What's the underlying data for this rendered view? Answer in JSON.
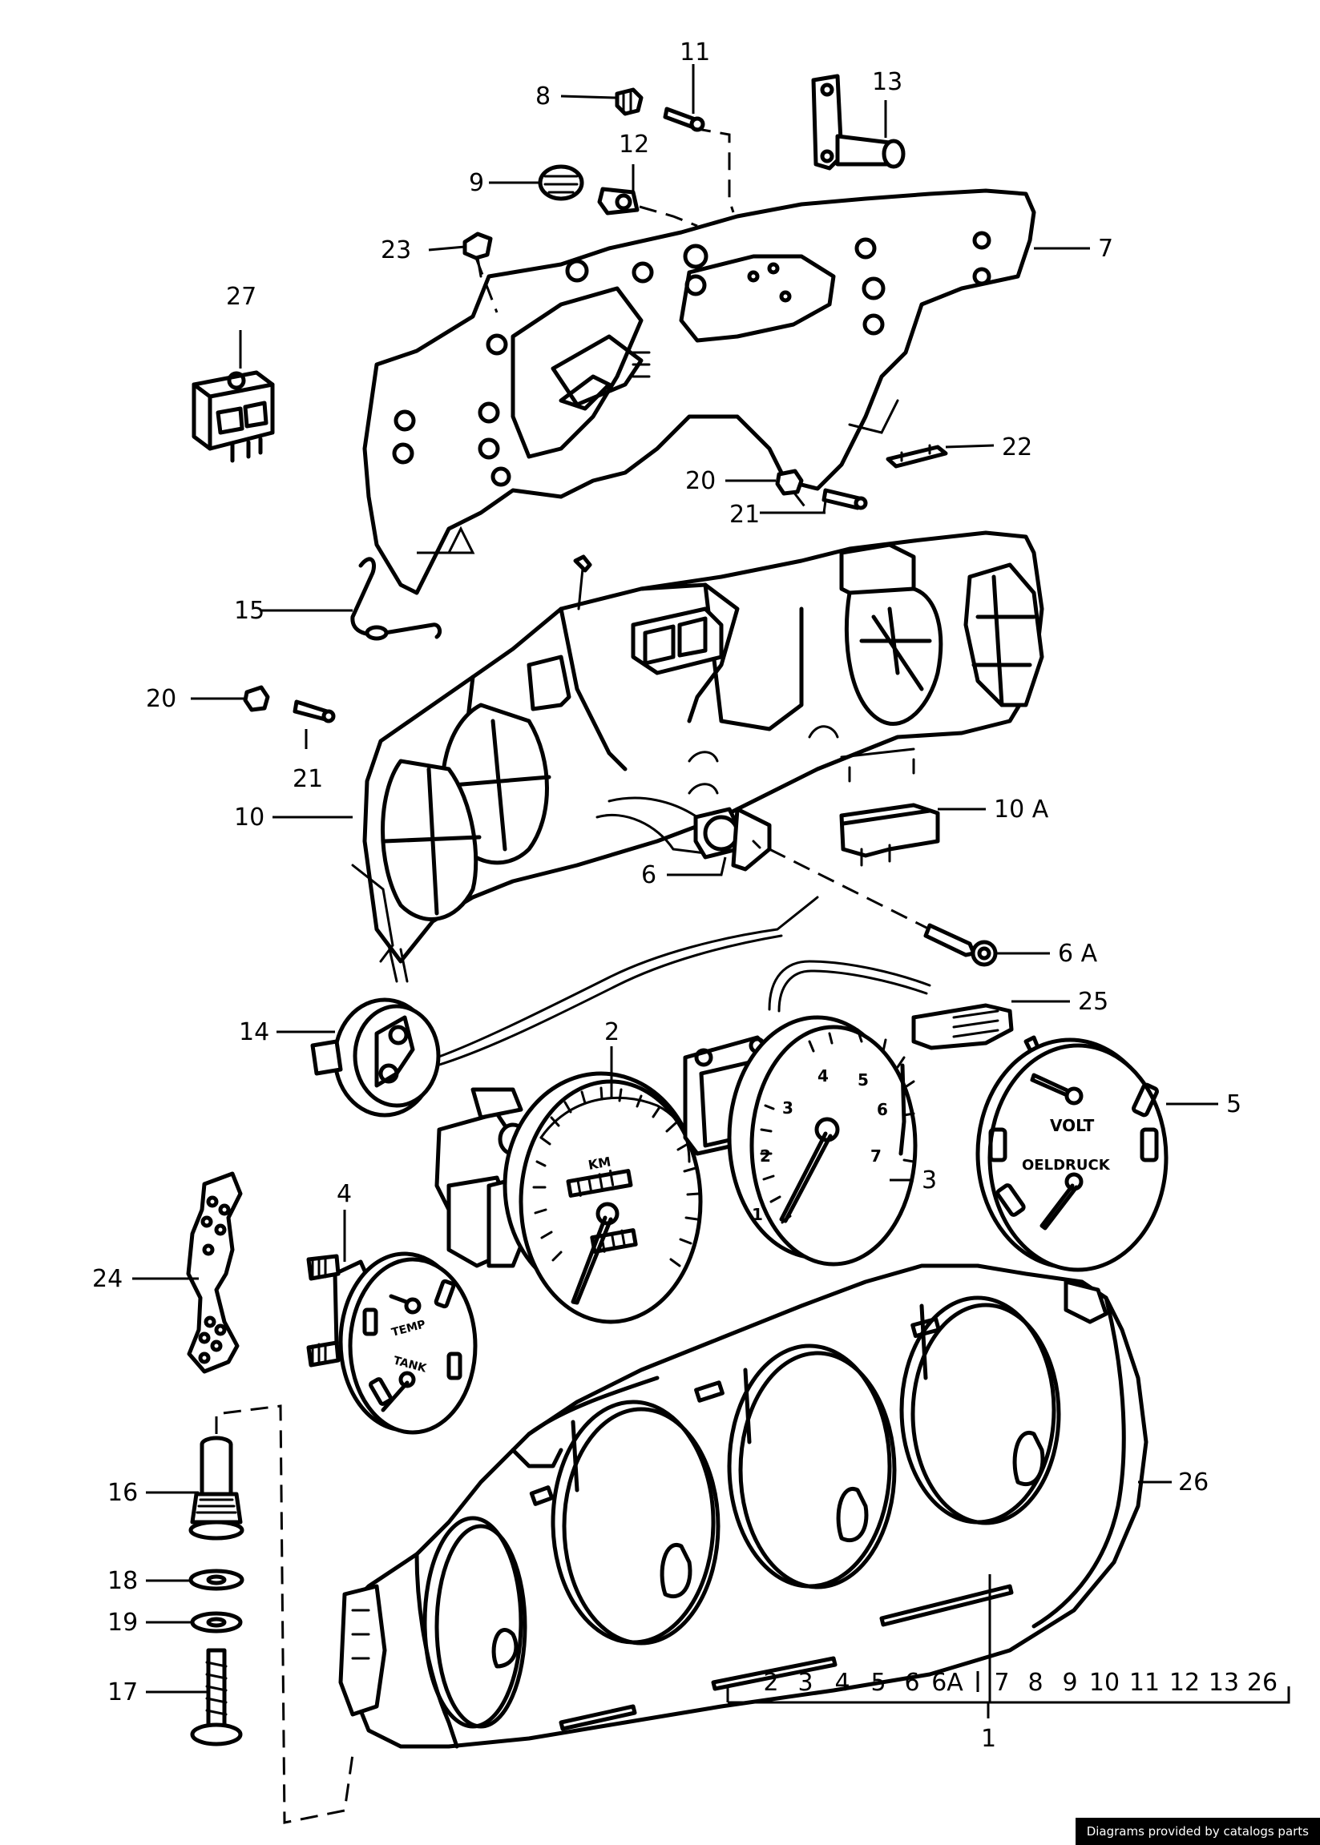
{
  "callouts": {
    "c1": "1",
    "c2": "2",
    "c3": "3",
    "c4": "4",
    "c5": "5",
    "c6": "6",
    "c6a": "6 A",
    "c7": "7",
    "c8": "8",
    "c9": "9",
    "c10": "10",
    "c10a": "10 A",
    "c11": "11",
    "c12": "12",
    "c13": "13",
    "c14": "14",
    "c15": "15",
    "c16": "16",
    "c17": "17",
    "c18": "18",
    "c19": "19",
    "c20a": "20",
    "c20b": "20",
    "c21a": "21",
    "c21b": "21",
    "c22": "22",
    "c23": "23",
    "c24": "24",
    "c25": "25",
    "c26": "26",
    "c27": "27"
  },
  "assembly_bracket": [
    "2",
    "3",
    "4",
    "5",
    "6",
    "6A",
    "7",
    "8",
    "9",
    "10",
    "11",
    "12",
    "13",
    "26"
  ],
  "dial_text": {
    "km": "KM",
    "temp": "TEMP",
    "tank": "TANK",
    "volt": "VOLT",
    "oeldruck": "OELDRUCK",
    "tacho_numbers": [
      "1",
      "2",
      "3",
      "4",
      "5",
      "6",
      "7"
    ]
  },
  "credit": "Diagrams provided by catalogs parts"
}
